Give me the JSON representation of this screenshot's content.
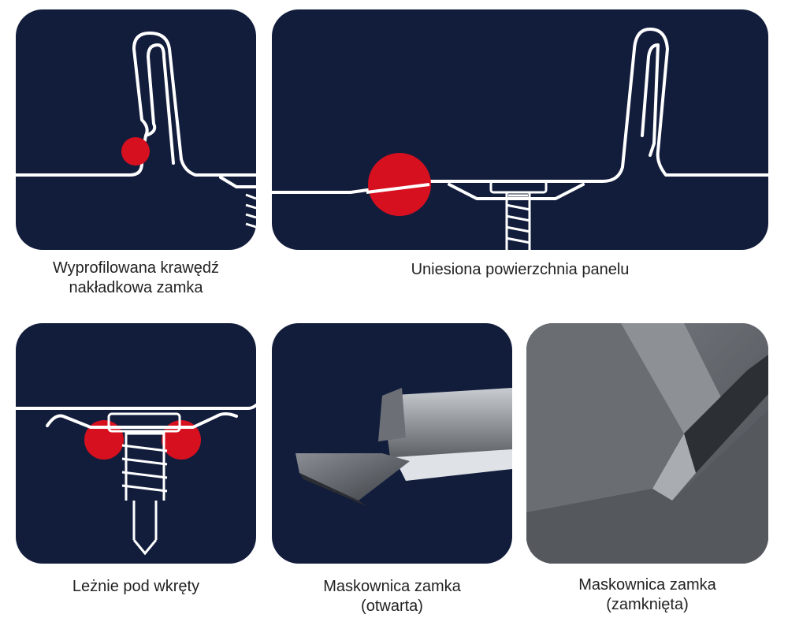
{
  "colors": {
    "panel_bg": "#121d3c",
    "line": "#ffffff",
    "highlight": "#d7101f",
    "caption_text": "#222222"
  },
  "features": [
    {
      "id": "profiled-edge",
      "caption_line1": "Wyprofilowana krawędź",
      "caption_line2": "nakładkowa zamka",
      "image": "lock-profile-with-highlighted-edge"
    },
    {
      "id": "raised-surface",
      "caption_line1": "Uniesiona powierzchnia panelu",
      "image": "panel-cross-section-with-highlighted-raised-surface"
    },
    {
      "id": "screw-bed",
      "caption_line1": "Leżnie pod wkręty",
      "image": "screw-with-highlighted-seating"
    },
    {
      "id": "lock-cover-open",
      "caption_line1": "Maskownica zamka",
      "caption_line2": "(otwarta)",
      "image": "metal-lock-cover-open-photo"
    },
    {
      "id": "lock-cover-closed",
      "caption_line1": "Maskownica zamka",
      "caption_line2": "(zamknięta)",
      "image": "metal-lock-cover-closed-photo"
    }
  ]
}
